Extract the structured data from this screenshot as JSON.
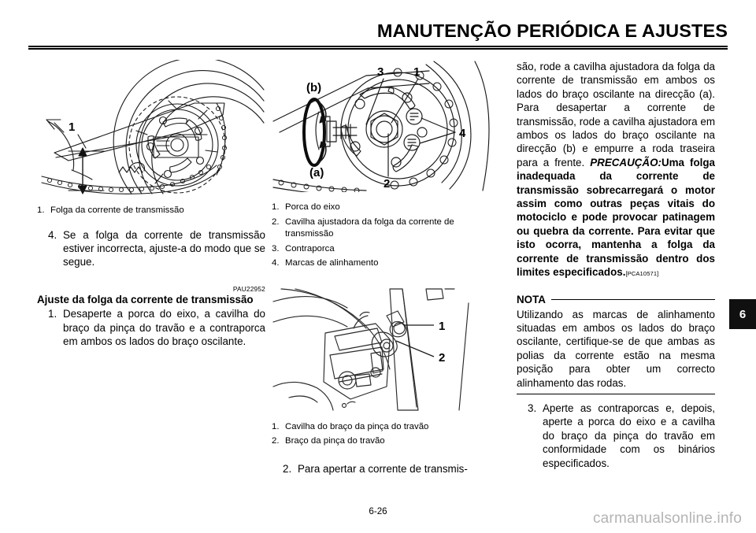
{
  "header": {
    "title": "MANUTENÇÃO PERIÓDICA E AJUSTES",
    "chapter_tab": "6"
  },
  "footer": {
    "page_number": "6-26",
    "watermark": "carmanualsonline.info"
  },
  "left_column": {
    "figure": {
      "name": "rear-wheel-chain-slack-diagram",
      "labels": [
        "1"
      ]
    },
    "caption": [
      {
        "num": "1.",
        "text": "Folga da corrente de transmissão"
      }
    ],
    "steps": [
      {
        "num": "4.",
        "text": "Se a folga da corrente de transmissão estiver incorrecta, ajuste-a do modo que se segue."
      }
    ],
    "pau_code": "PAU22952",
    "section_heading": "Ajuste da folga da corrente de transmissão",
    "section_steps": [
      {
        "num": "1.",
        "text": "Desaperte a porca do eixo, a cavilha do braço da pinça do travão e a contraporca em ambos os lados do braço oscilante."
      }
    ]
  },
  "middle_column": {
    "figure_top": {
      "name": "axle-adjuster-detail-diagram",
      "labels": [
        "1",
        "2",
        "3",
        "4",
        "(a)",
        "(b)"
      ]
    },
    "caption_top": [
      {
        "num": "1.",
        "text": "Porca do eixo"
      },
      {
        "num": "2.",
        "text": "Cavilha ajustadora da folga da corrente de transmissão"
      },
      {
        "num": "3.",
        "text": "Contraporca"
      },
      {
        "num": "4.",
        "text": "Marcas de alinhamento"
      }
    ],
    "figure_bottom": {
      "name": "brake-caliper-bracket-photo",
      "labels": [
        "1",
        "2"
      ]
    },
    "caption_bottom": [
      {
        "num": "1.",
        "text": "Cavilha do braço da pinça do travão"
      },
      {
        "num": "2.",
        "text": "Braço da pinça do travão"
      }
    ],
    "step_continued": {
      "num": "2.",
      "text": "Para apertar a corrente de transmis-"
    }
  },
  "right_column": {
    "paragraph_plain": "são, rode a cavilha ajustadora da folga da corrente de transmissão em ambos os lados do braço oscilante na direcção (a). Para desapertar a corrente de transmissão, rode a cavilha ajustadora em ambos os lados do braço oscilante na direcção (b) e empurre a roda traseira para a frente. ",
    "caution_label": "PRECAUÇÃO:",
    "caution_text": "Uma folga inadequada da corrente de transmissão sobrecarregará o motor assim como outras peças vitais do motociclo e pode provocar patinagem ou quebra da corrente. Para evitar que isto ocorra, mantenha a folga da corrente de transmissão dentro dos limites especificados.",
    "pca_code": "[PCA10571]",
    "nota_label": "NOTA",
    "nota_text": "Utilizando as marcas de alinhamento situadas em ambos os lados do braço oscilante, certifique-se de que ambas as polias da corrente estão na mesma posição para obter um correcto alinhamento das rodas.",
    "final_step": {
      "num": "3.",
      "text": "Aperte as contraporcas e, depois, aperte a porca do eixo e a cavilha do braço da pinça do travão em conformidade com os binários especificados."
    }
  }
}
